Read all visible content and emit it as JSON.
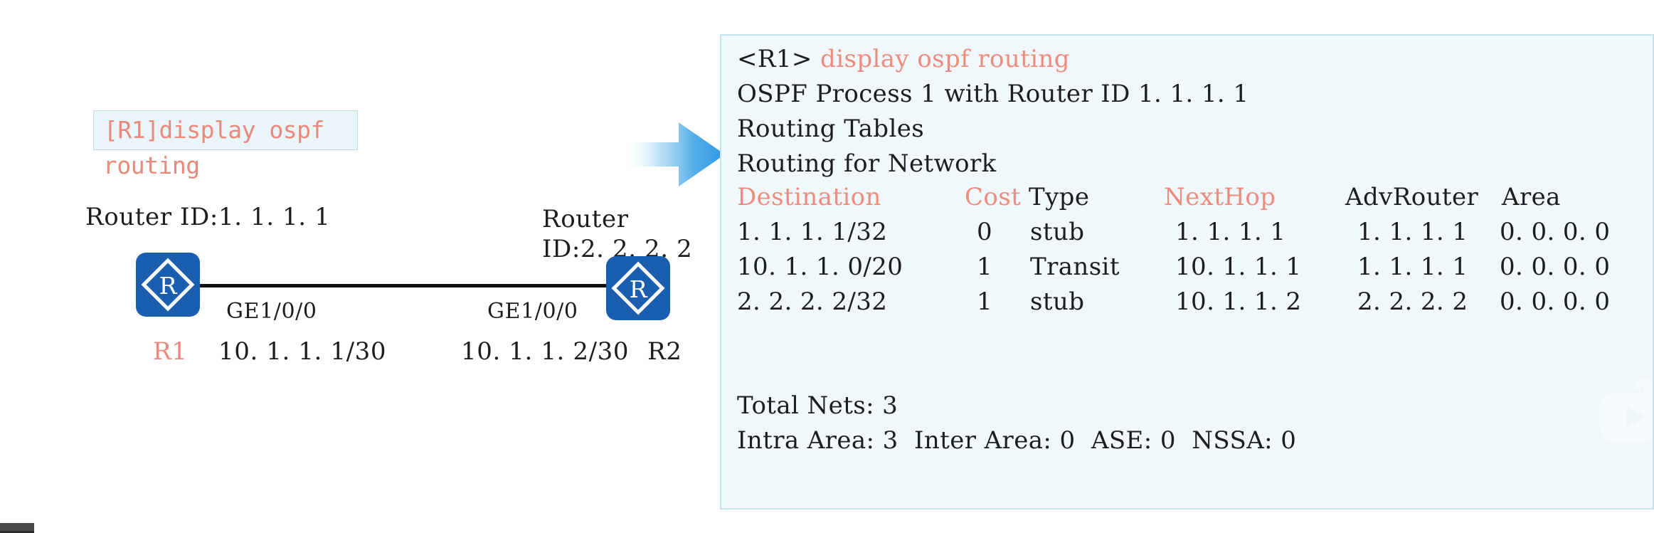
{
  "topology": {
    "command_box": {
      "text": "[R1]display ospf",
      "wrapped_text": "routing"
    },
    "left_router": {
      "router_id_label": "Router ID:1. 1. 1. 1",
      "icon_letter": "R",
      "name": "R1",
      "interface": "GE1/0/0",
      "address": "10. 1. 1. 1/30"
    },
    "right_router": {
      "router_id_label_line1": "Router",
      "router_id_label_line2": "ID:2. 2. 2. 2",
      "icon_letter": "R",
      "name": "R2",
      "interface": "GE1/0/0",
      "address": "10. 1. 1. 2/30"
    },
    "arrow": "right-arrow"
  },
  "terminal": {
    "prompt": "<R1>",
    "command": "display ospf routing",
    "header_lines": [
      "OSPF Process 1 with Router ID 1. 1. 1. 1",
      "Routing Tables",
      "Routing for Network"
    ],
    "line_process": "OSPF Process 1 with Router ID 1. 1. 1. 1",
    "line_tables": "Routing Tables",
    "line_for_network": "Routing for Network",
    "columns": [
      {
        "key": "dest",
        "label": "Destination",
        "highlight": true
      },
      {
        "key": "cost",
        "label": "Cost",
        "highlight": true
      },
      {
        "key": "type",
        "label": "Type",
        "highlight": false
      },
      {
        "key": "next",
        "label": "NextHop",
        "highlight": true
      },
      {
        "key": "adv",
        "label": "AdvRouter",
        "highlight": false
      },
      {
        "key": "area",
        "label": "Area",
        "highlight": false
      }
    ],
    "rows": [
      {
        "dest": "1. 1. 1. 1/32",
        "cost": "0",
        "type": "stub",
        "next": "1. 1. 1. 1",
        "adv": "1. 1. 1. 1",
        "area": "0. 0. 0. 0"
      },
      {
        "dest": "10. 1. 1. 0/20",
        "cost": "1",
        "type": "Transit",
        "next": "10. 1. 1. 1",
        "adv": "1. 1. 1. 1",
        "area": "0. 0. 0. 0"
      },
      {
        "dest": "2. 2. 2. 2/32",
        "cost": "1",
        "type": "stub",
        "next": "10. 1. 1. 2",
        "adv": "2. 2. 2. 2",
        "area": "0. 0. 0. 0"
      }
    ],
    "total_nets": "Total Nets: 3",
    "area_summary": "Intra Area: 3  Inter Area: 0  ASE: 0  NSSA: 0"
  },
  "colors": {
    "router_blue": "#1a5faf",
    "panel_bg": "#f1f8fb",
    "panel_border": "#c6e2ec",
    "highlight_red": "#ec8c7e",
    "command_box_bg": "#e9f5f9",
    "arrow_blue": "#3ba0e6",
    "text_dark": "#1d1d1d"
  }
}
